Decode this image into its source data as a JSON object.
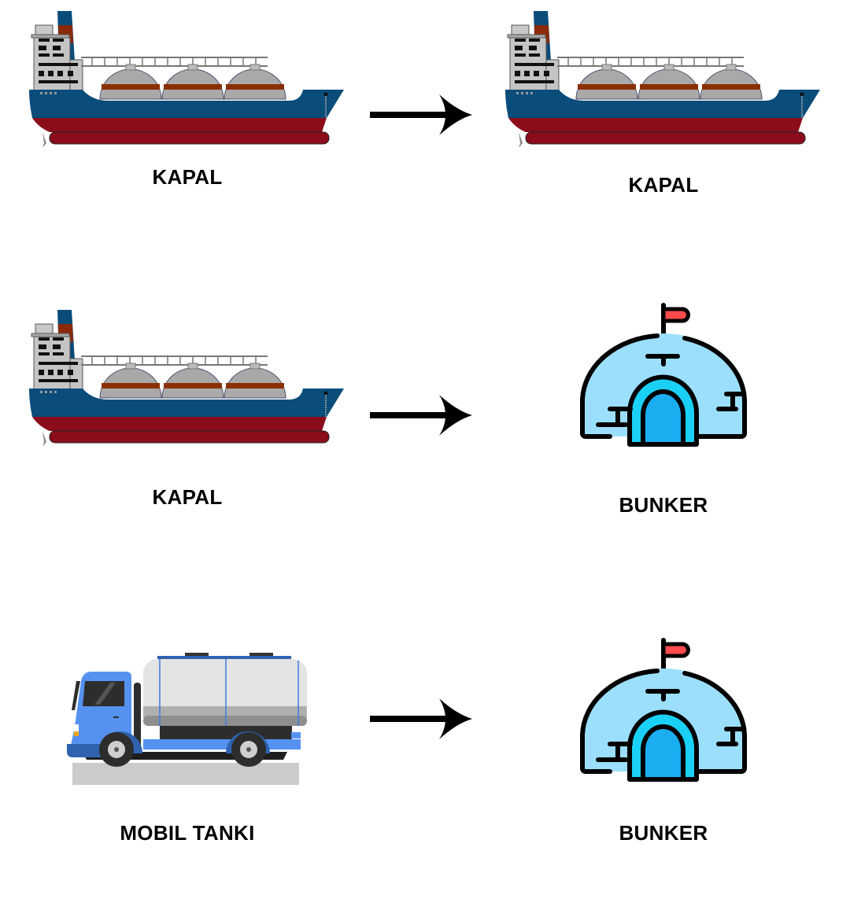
{
  "rows": [
    {
      "source": {
        "label": "KAPAL",
        "icon": "lng-ship-icon"
      },
      "arrow": "arrow-right-icon",
      "target": {
        "label": "KAPAL",
        "icon": "lng-ship-icon"
      }
    },
    {
      "source": {
        "label": "KAPAL",
        "icon": "lng-ship-icon"
      },
      "arrow": "arrow-right-icon",
      "target": {
        "label": "BUNKER",
        "icon": "igloo-bunker-icon"
      }
    },
    {
      "source": {
        "label": "MOBIL TANKI",
        "icon": "tanker-truck-icon"
      },
      "arrow": "arrow-right-icon",
      "target": {
        "label": "BUNKER",
        "icon": "igloo-bunker-icon"
      }
    }
  ],
  "colors": {
    "hull_blue": "#0a4c7a",
    "hull_red": "#8b0d1c",
    "igloo_fill": "#9bdffd",
    "door_blue": "#1aaef0",
    "flag_red": "#ff4b4b",
    "truck_blue": "#5592f0"
  }
}
